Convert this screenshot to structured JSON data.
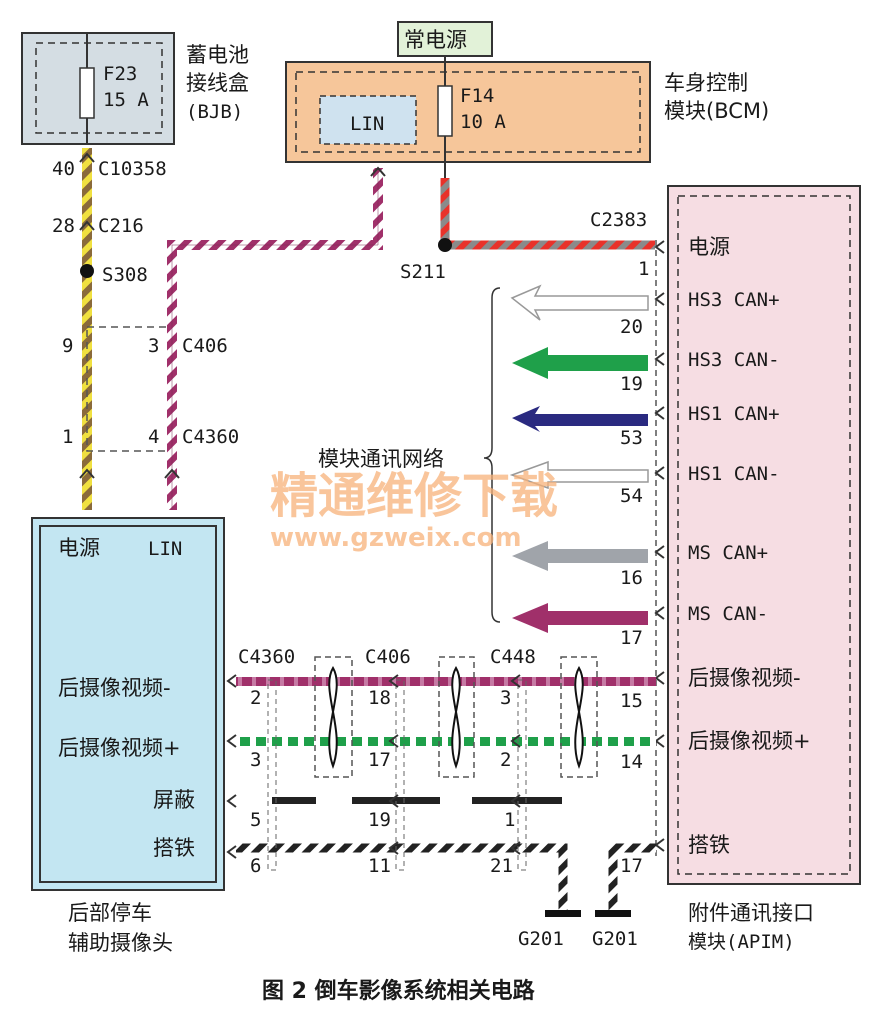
{
  "caption": "图 2   倒车影像系统相关电路",
  "watermark": {
    "line1": "精通维修下载",
    "line2": "www.gzweix.com"
  },
  "power_source": "常电源",
  "bjb": {
    "name_line1": "蓄电池",
    "name_line2": "接线盒",
    "name_line3": "(BJB)",
    "fuse": "F23",
    "fuse_rating": "15 A"
  },
  "bcm": {
    "name_line1": "车身控制",
    "name_line2": "模块(BCM)",
    "fuse": "F14",
    "fuse_rating": "10 A",
    "lin_label": "LIN"
  },
  "left_wire": {
    "pin_top": "40",
    "conn_top": "C10358",
    "pin_mid": "28",
    "conn_mid": "C216",
    "splice": "S308",
    "pin_a": "9",
    "pin_b": "1"
  },
  "lin_wire": {
    "pin_a": "3",
    "conn_a": "C406",
    "pin_b": "4",
    "conn_b": "C4360"
  },
  "splice_s211": "S211",
  "network_label": "模块通讯网络",
  "camera": {
    "label_line1": "后部停车",
    "label_line2": "辅助摄像头",
    "pin_power": "电源",
    "pin_lin": "LIN",
    "pin_video_neg": "后摄像视频-",
    "pin_video_pos": "后摄像视频+",
    "pin_shield": "屏蔽",
    "pin_ground": "搭铁"
  },
  "apim": {
    "label_line1": "附件通讯接口",
    "label_line2": "模块(APIM)",
    "connector": "C2383",
    "pins": [
      {
        "label": "电源",
        "num": "1"
      },
      {
        "label": "HS3 CAN+",
        "num": "20"
      },
      {
        "label": "HS3 CAN-",
        "num": "19"
      },
      {
        "label": "HS1 CAN+",
        "num": "53"
      },
      {
        "label": "HS1 CAN-",
        "num": "54"
      },
      {
        "label": "MS CAN+",
        "num": "16"
      },
      {
        "label": "MS CAN-",
        "num": "17"
      },
      {
        "label": "后摄像视频-",
        "num": "15"
      },
      {
        "label": "后摄像视频+",
        "num": "14"
      },
      {
        "label": "搭铁",
        "num": "17"
      }
    ]
  },
  "video_connectors": {
    "c1": "C4360",
    "c2": "C406",
    "c3": "C448",
    "c1_pins": [
      "2",
      "3",
      "5",
      "6"
    ],
    "c2_pins": [
      "18",
      "17",
      "19",
      "11"
    ],
    "c3_pins": [
      "3",
      "2",
      "1",
      "21"
    ]
  },
  "grounds": [
    "G201",
    "G201"
  ],
  "colors": {
    "yellow": "#f0e040",
    "brown": "#8a6a3a",
    "violet": "#a0306a",
    "red": "#e8322a",
    "green": "#1fa04a",
    "blue": "#2a2a80",
    "gray": "#a0a4aa",
    "bjb_fill": "#d4dde3",
    "bcm_fill": "#f6c69a",
    "camera_fill": "#c3e6f2",
    "apim_fill": "#f6dde3"
  }
}
